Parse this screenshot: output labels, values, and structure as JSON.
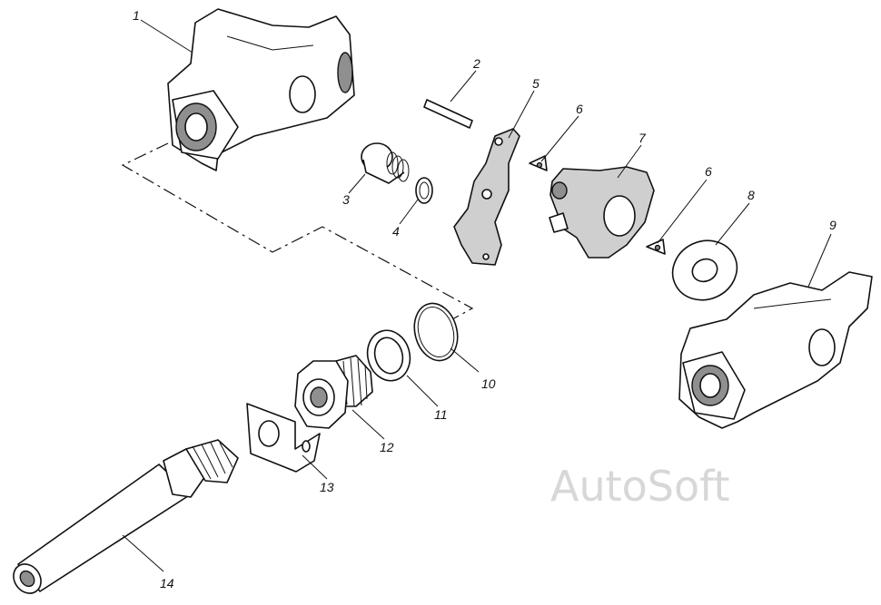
{
  "callouts": [
    "1",
    "2",
    "3",
    "4",
    "5",
    "6",
    "7",
    "6",
    "8",
    "9",
    "10",
    "11",
    "12",
    "13",
    "14"
  ],
  "watermark": "AutoSoft"
}
